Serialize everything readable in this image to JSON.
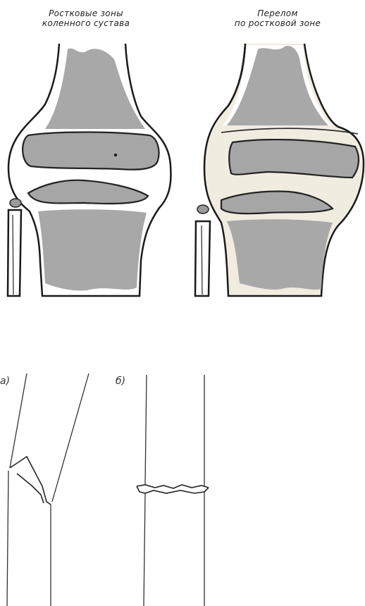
{
  "captions": {
    "left": [
      "Ростковые зоны",
      "коленного сустава"
    ],
    "right": [
      "Перелом",
      "по ростковой зоне"
    ]
  },
  "labels": {
    "a": "а)",
    "b": "б)"
  }
}
